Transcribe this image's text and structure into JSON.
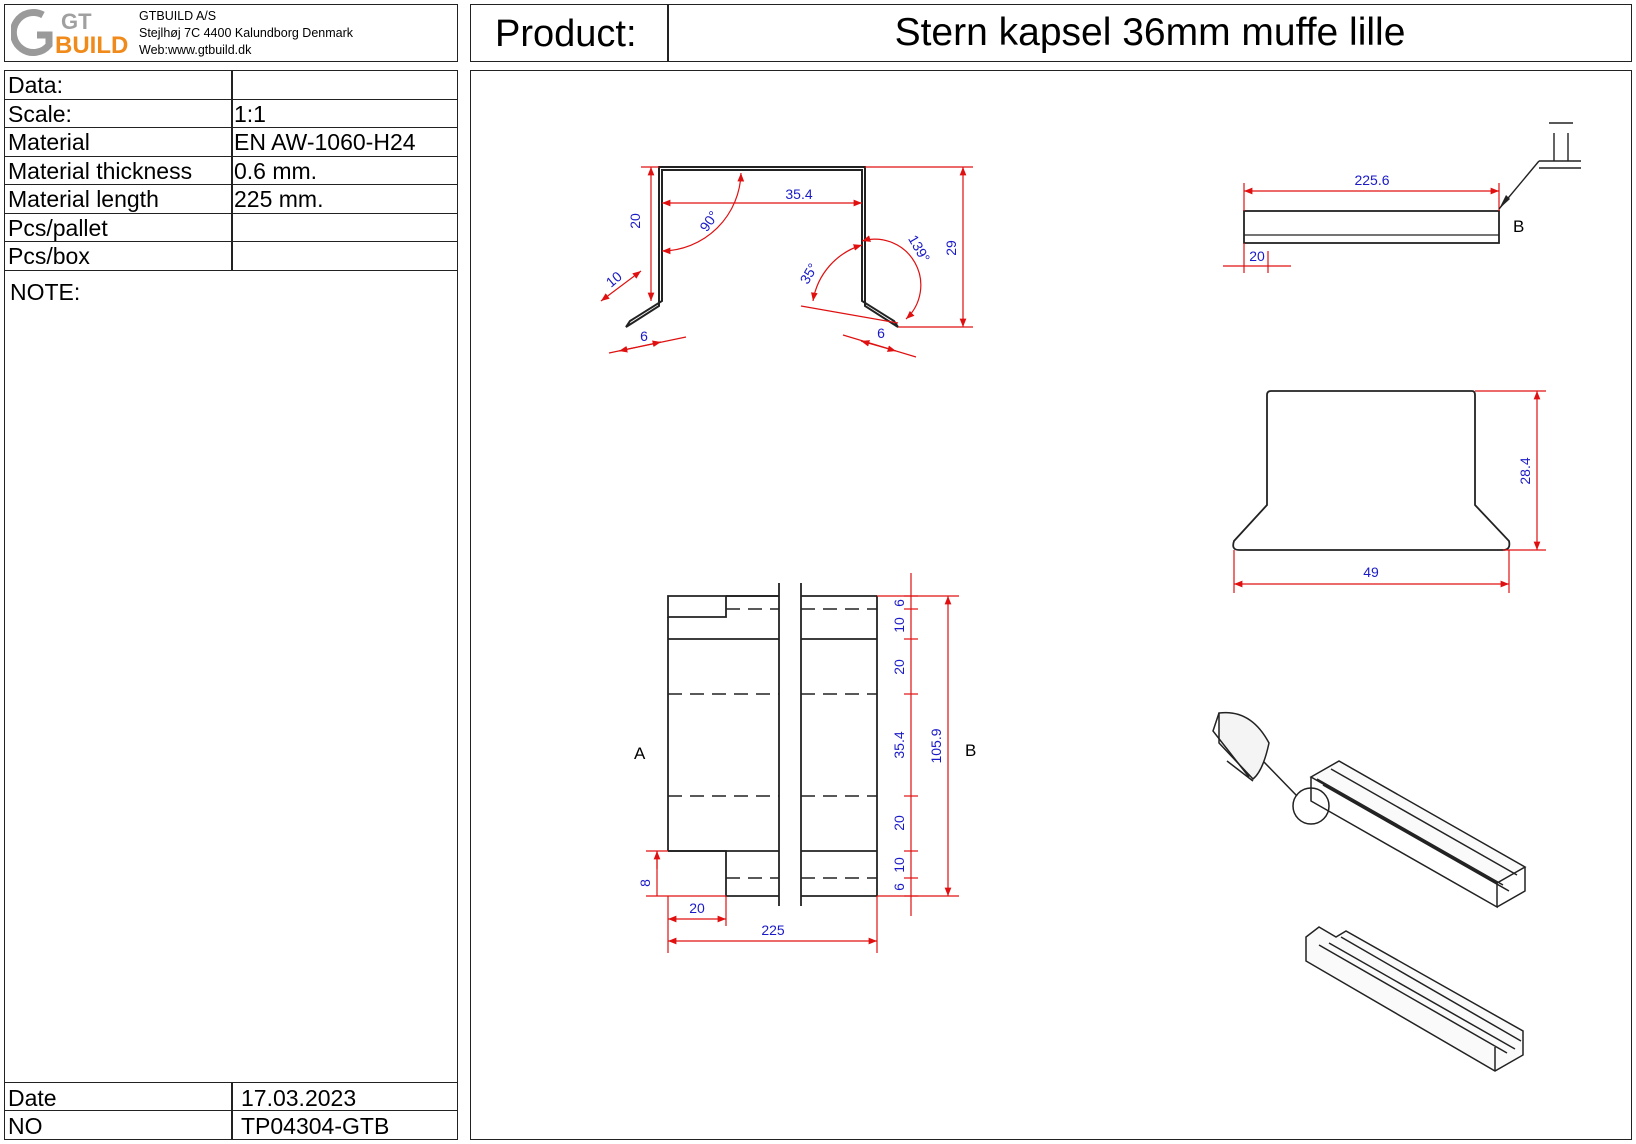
{
  "company": {
    "logo_top": "GT",
    "logo_bottom": "BUILD",
    "name": "GTBUILD A/S",
    "address": "Stejlhøj 7C 4400 Kalundborg Denmark",
    "web": "Web:www.gtbuild.dk"
  },
  "product": {
    "label": "Product:",
    "title": "Stern kapsel 36mm muffe lille"
  },
  "info": {
    "rows": [
      {
        "key": "Data:",
        "value": ""
      },
      {
        "key": "Scale:",
        "value": "1:1"
      },
      {
        "key": "Material",
        "value": "EN AW-1060-H24"
      },
      {
        "key": "Material thickness",
        "value": "0.6 mm."
      },
      {
        "key": "Material length",
        "value": "225 mm."
      },
      {
        "key": "Pcs/pallet",
        "value": ""
      },
      {
        "key": "Pcs/box",
        "value": ""
      }
    ],
    "note_label": "NOTE:",
    "date_label": "Date",
    "date_value": "17.03.2023",
    "no_label": "NO",
    "no_value": "TP04304-GTB"
  },
  "drawing": {
    "colors": {
      "outline": "#222222",
      "dimension": "#e01010",
      "dimension_text": "#1a1ac8"
    },
    "profile": {
      "width": "35.4",
      "height": "29",
      "leg": "20",
      "flange": "10",
      "lip_left": "6",
      "lip_right": "6",
      "angle_left": "90°",
      "angle_right": "139°",
      "angle_small": "35°"
    },
    "side_view": {
      "length": "225.6",
      "offset": "20",
      "label_b": "B"
    },
    "end_view": {
      "height": "28.4",
      "width": "49"
    },
    "flat_view": {
      "label_a": "A",
      "label_b": "B",
      "segments": [
        "6",
        "10",
        "20",
        "35.4",
        "20",
        "10",
        "6"
      ],
      "total": "105.9",
      "notch_depth": "8",
      "notch_length": "20",
      "length": "225"
    }
  }
}
